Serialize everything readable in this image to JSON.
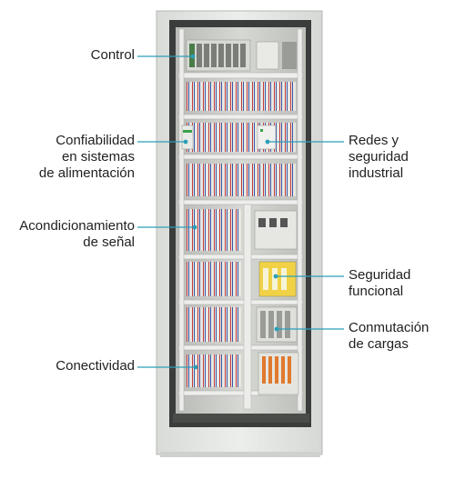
{
  "labels": {
    "control": "Control",
    "confiabilidad": "Confiabilidad\nen sistemas\nde alimentación",
    "acondicionamiento": "Acondicionamiento\nde señal",
    "conectividad": "Conectividad",
    "redes": "Redes y\nseguridad\nindustrial",
    "seguridad": "Seguridad\nfuncional",
    "conmutacion": "Conmutación\nde cargas"
  },
  "colors": {
    "leader": "#2a9fb8",
    "cabinet_frame": "#e4e6e4",
    "panel": "#cfd1cc",
    "text": "#1f1f1f"
  }
}
